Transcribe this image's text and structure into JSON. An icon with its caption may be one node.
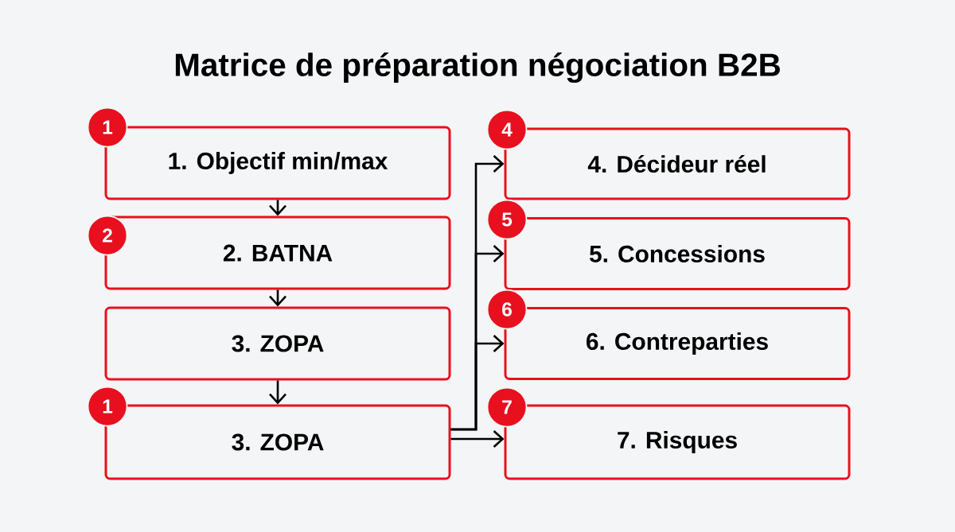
{
  "diagram": {
    "title": "Matrice de préparation négociation B2B",
    "nodes": [
      {
        "text": [
          "1"
        ]
      },
      {
        "text": [
          "1. Objectif min/max"
        ]
      },
      {
        "text": [
          "2"
        ]
      },
      {
        "text": [
          "2. BATNA"
        ]
      },
      {
        "text": [
          "3. ZOPA"
        ]
      },
      {
        "text": [
          "1"
        ]
      },
      {
        "text": [
          "3. ZOPA"
        ]
      },
      {
        "text": [
          "4"
        ]
      },
      {
        "text": [
          "4. Décideur réel"
        ]
      },
      {
        "text": [
          "5"
        ]
      },
      {
        "text": [
          "5. Concessions"
        ]
      },
      {
        "text": [
          "6"
        ]
      },
      {
        "text": [
          "6. Contreparties"
        ]
      },
      {
        "text": [
          "7"
        ]
      },
      {
        "text": [
          "7. Risques"
        ]
      }
    ],
    "edges": [
      {
        "from": 1,
        "to": 3,
        "arrow": "to"
      },
      {
        "from": 3,
        "to": 4,
        "arrow": "to"
      },
      {
        "from": 4,
        "to": 6,
        "arrow": "to"
      },
      {
        "from": 6,
        "to": 8,
        "arrow": "to"
      },
      {
        "from": 6,
        "to": 10,
        "arrow": "to"
      },
      {
        "from": 6,
        "to": 12,
        "arrow": "to"
      },
      {
        "from": 6,
        "to": 14,
        "arrow": "to"
      }
    ]
  }
}
